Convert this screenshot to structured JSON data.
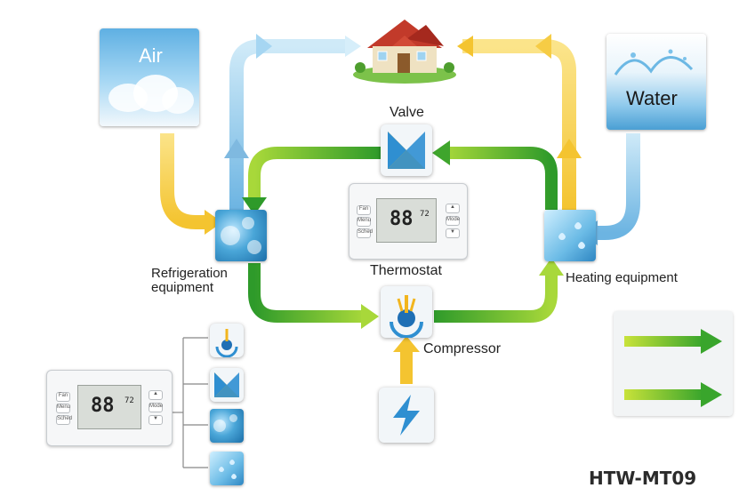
{
  "nodes": {
    "air": "Air",
    "water": "Water",
    "valve": "Valve",
    "thermostat": "Thermostat",
    "refrigeration": [
      "Refrigeration",
      "equipment"
    ],
    "heating": "Heating equipment",
    "compressor": "Compressor"
  },
  "thermostat_device": {
    "display_value": "88",
    "small_value": "72",
    "buttons_left": [
      "Fan",
      "Menu",
      "Sched"
    ],
    "buttons_right": [
      "▲",
      "Mode",
      "▼"
    ]
  },
  "model": "HTW-MT09",
  "colors": {
    "green_flow": "#5cb82e",
    "yellow_flow": "#f4c430",
    "blue_flow": "#7fc3e8"
  }
}
